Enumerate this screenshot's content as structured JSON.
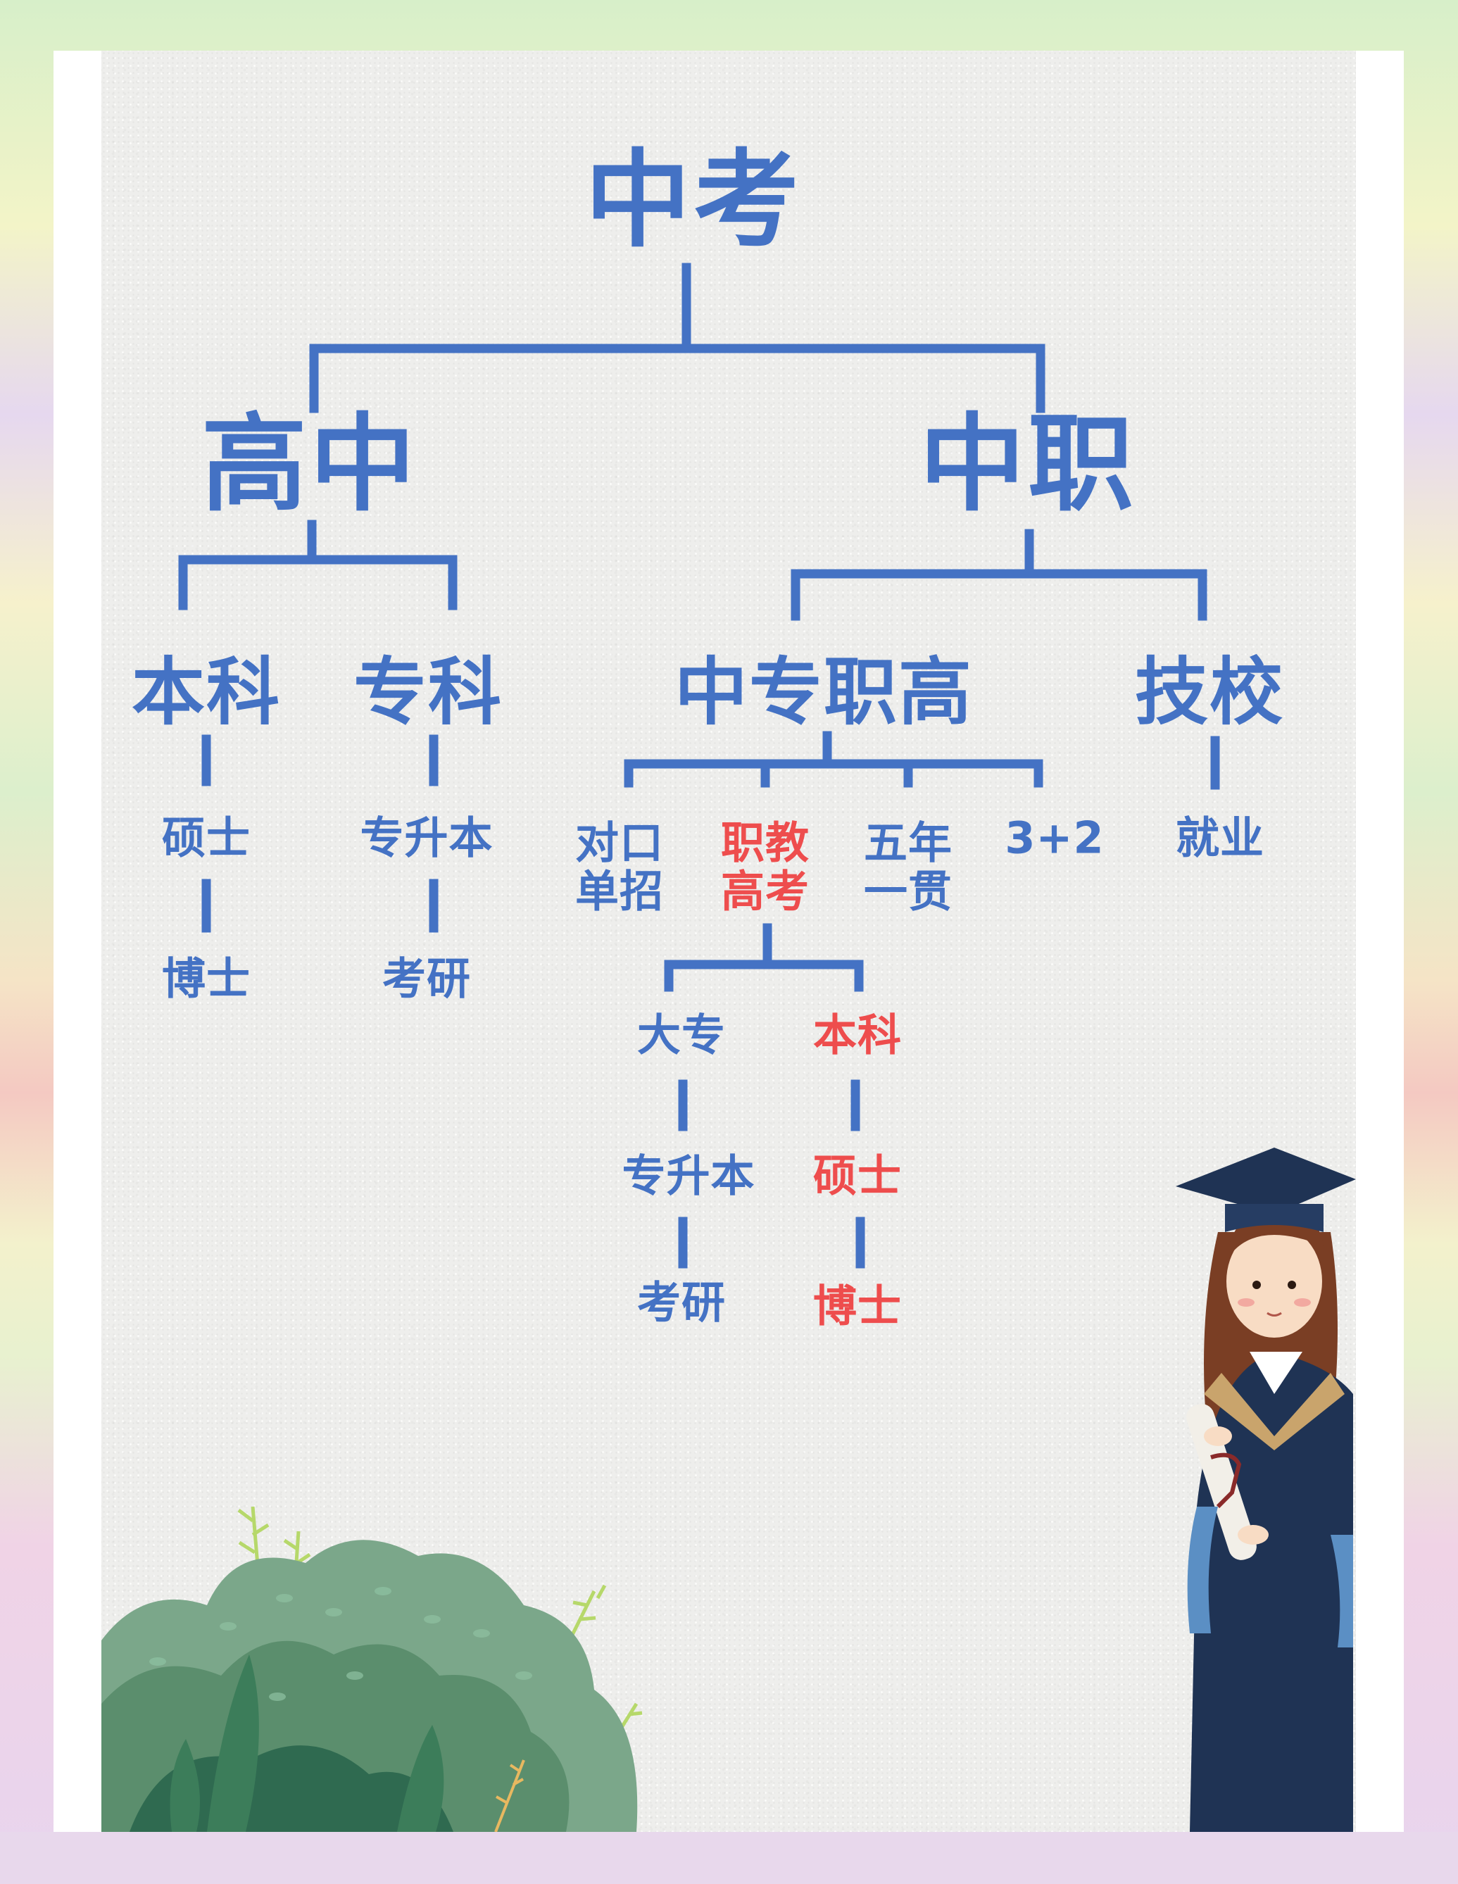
{
  "colors": {
    "blue": "#4472c4",
    "red": "#ee4d4d"
  },
  "root": "中考",
  "level1": {
    "left": "高中",
    "right": "中职"
  },
  "gaozhong": {
    "benke": "本科",
    "benke_next": "硕士",
    "benke_next2": "博士",
    "zhuanke": "专科",
    "zhuanke_next": "专升本",
    "zhuanke_next2": "考研"
  },
  "zhongzhi": {
    "zhongzhuan": "中专职高",
    "jixiao": "技校",
    "jixiao_next": "就业",
    "paths": {
      "duikou_line1": "对口",
      "duikou_line2": "单招",
      "zhijiao_line1": "职教",
      "zhijiao_line2": "高考",
      "wunian_line1": "五年",
      "wunian_line2": "一贯",
      "three_plus_two": "3+2"
    },
    "dazhuan": "大专",
    "dazhuan_next": "专升本",
    "dazhuan_next2": "考研",
    "benke": "本科",
    "benke_next": "硕士",
    "benke_next2": "博士"
  },
  "decorations": {
    "bush": "bush-illustration",
    "graduate": "graduate-girl-illustration"
  }
}
